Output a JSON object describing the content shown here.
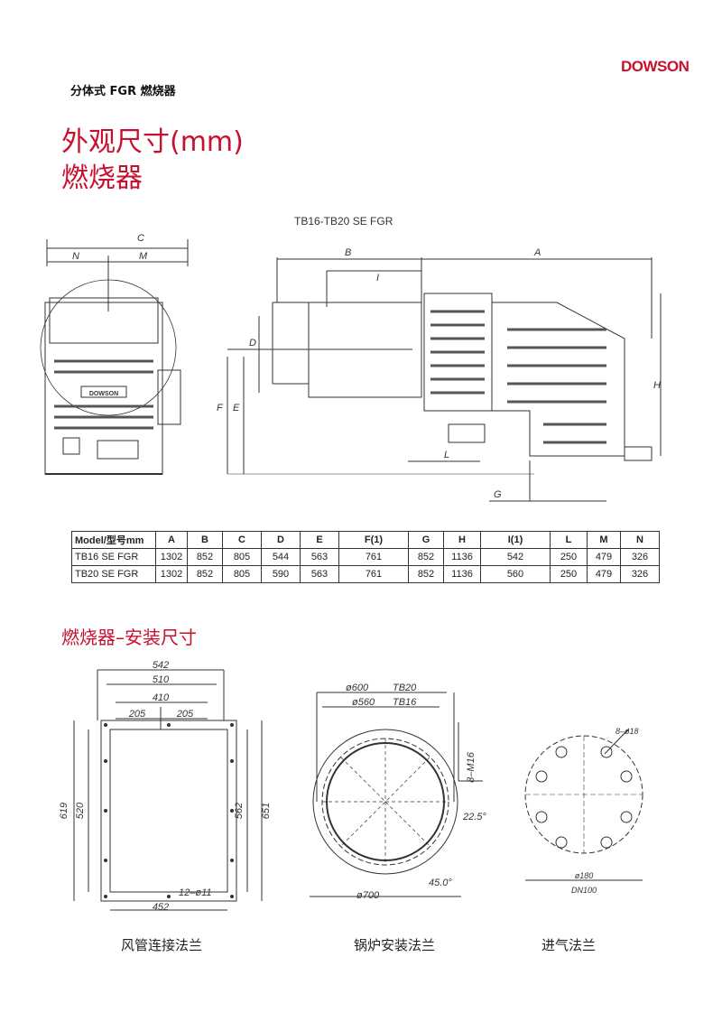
{
  "header": {
    "brand": "DOWSON",
    "subtitle": "分体式 FGR 燃烧器",
    "title_line1": "外观尺寸(mm)",
    "title_line2": "燃烧器"
  },
  "drawing": {
    "label": "TB16-TB20 SE FGR",
    "front_dims": [
      "C",
      "N",
      "M"
    ],
    "side_dims": [
      "B",
      "I",
      "A",
      "D",
      "E",
      "F",
      "H",
      "L",
      "G"
    ],
    "panel_logo": "DOWSON"
  },
  "table": {
    "headers": [
      "Model/型号mm",
      "A",
      "B",
      "C",
      "D",
      "E",
      "F(1)",
      "G",
      "H",
      "I(1)",
      "L",
      "M",
      "N"
    ],
    "rows": [
      [
        "TB16 SE FGR",
        "1302",
        "852",
        "805",
        "544",
        "563",
        "761",
        "852",
        "1136",
        "542",
        "250",
        "479",
        "326"
      ],
      [
        "TB20 SE FGR",
        "1302",
        "852",
        "805",
        "590",
        "563",
        "761",
        "852",
        "1136",
        "560",
        "250",
        "479",
        "326"
      ]
    ]
  },
  "install": {
    "section_title": "燃烧器–安装尺寸",
    "duct_flange": {
      "dims": [
        "542",
        "510",
        "410",
        "205",
        "205",
        "619",
        "520",
        "562",
        "651",
        "12–ø11",
        "452"
      ],
      "caption": "风管连接法兰"
    },
    "boiler_flange": {
      "dims": [
        "ø600",
        "TB20",
        "ø560",
        "TB16",
        "8–M16",
        "22.5°",
        "45.0°",
        "ø700"
      ],
      "caption": "锅炉安装法兰"
    },
    "inlet_flange": {
      "dims": [
        "8–ø18",
        "ø180",
        "DN100"
      ],
      "caption": "进气法兰"
    }
  },
  "colors": {
    "accent": "#c8102e",
    "line": "#333333"
  }
}
